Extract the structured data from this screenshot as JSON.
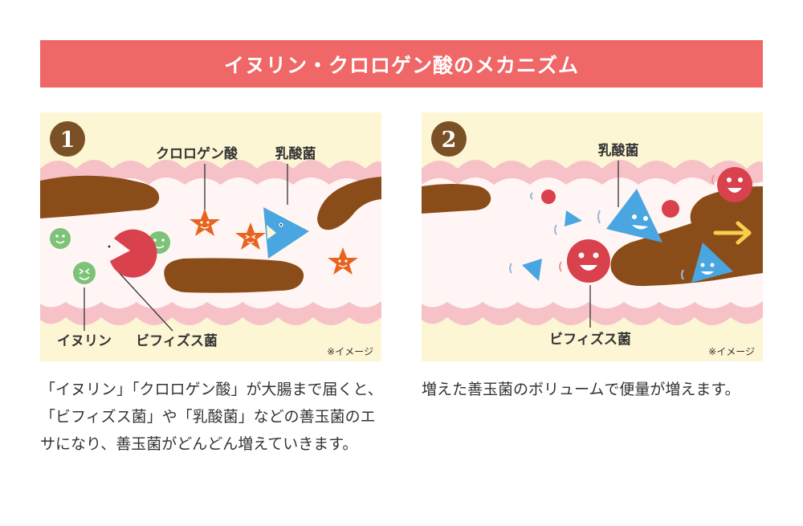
{
  "header": {
    "title": "イヌリン・クロロゲン酸のメカニズム"
  },
  "colors": {
    "banner": "#ef6767",
    "panel_bg": "#fdf6d4",
    "intestine": "#f6c2c8",
    "intestine_light": "#fff0f0",
    "stool": "#8a4c19",
    "bifidobacteria": "#d9414c",
    "lactic_acid_bacteria": "#4aa6e0",
    "inulin": "#7cc277",
    "chlorogenic_acid": "#e8641e",
    "number_badge": "#7a5027",
    "arrow": "#f7d04a"
  },
  "panels": [
    {
      "number": "1",
      "labels": {
        "chlorogenic_acid": "クロロゲン酸",
        "lactic_acid_bacteria": "乳酸菌",
        "inulin": "イヌリン",
        "bifidobacteria": "ビフィズス菌"
      },
      "note": "※イメージ",
      "caption": "「イヌリン」「クロロゲン酸」が大腸まで届くと、「ビフィズス菌」や「乳酸菌」などの善玉菌のエサになり、善玉菌がどんどん増えていきます。"
    },
    {
      "number": "2",
      "labels": {
        "lactic_acid_bacteria": "乳酸菌",
        "bifidobacteria": "ビフィズス菌"
      },
      "note": "※イメージ",
      "caption": "増えた善玉菌のボリュームで便量が増えます。"
    }
  ]
}
